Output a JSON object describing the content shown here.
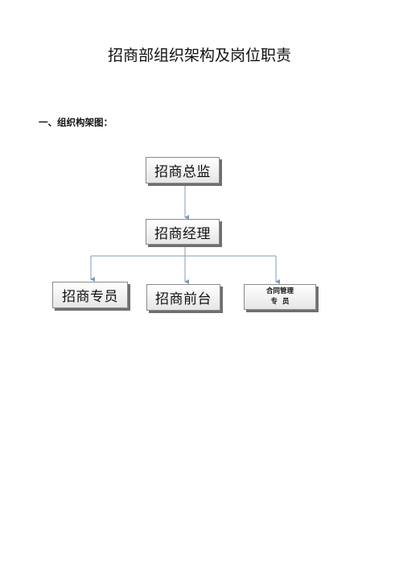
{
  "title": "招商部组织架构及岗位职责",
  "section_heading": "一、组织构架图：",
  "org_chart": {
    "director": "招商总监",
    "manager": "招商经理",
    "children": [
      "招商专员",
      "招商前台"
    ],
    "contract": {
      "line1": "合同管理",
      "line2": "专  员"
    }
  },
  "colors": {
    "connector": "#7f9bc0",
    "node_border": "#8a8a8a",
    "node_shadow": "#6f6f6f"
  }
}
